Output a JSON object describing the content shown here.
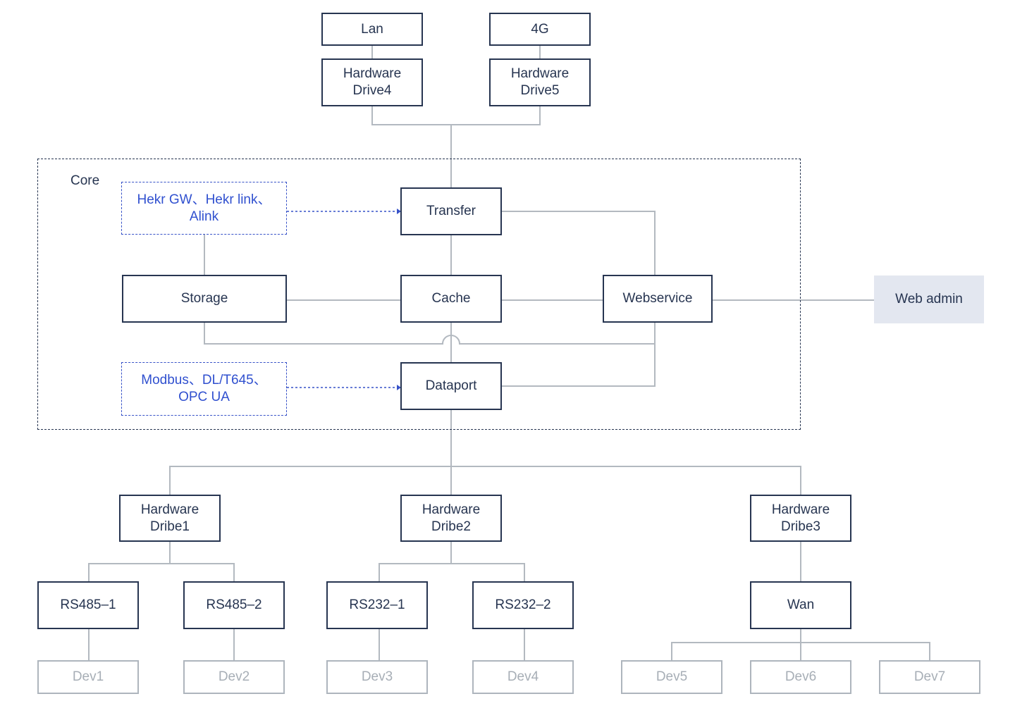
{
  "diagram": {
    "core_label": "Core",
    "colors": {
      "node_border": "#273551",
      "node_text": "#273551",
      "wire": "#b3b9c0",
      "device_border": "#aeb5bd",
      "device_text": "#a7aeb6",
      "protocol": "#3050cf",
      "admin_fill": "#e3e7f0"
    },
    "uplink": {
      "lan": "Lan",
      "fourg": "4G",
      "drive4": "Hardware\nDrive4",
      "drive5": "Hardware\nDrive5"
    },
    "core": {
      "transfer": "Transfer",
      "storage": "Storage",
      "cache": "Cache",
      "webservice": "Webservice",
      "dataport": "Dataport",
      "protocols_top": "Hekr GW、Hekr link、\nAlink",
      "protocols_bottom": "Modbus、DL/T645、\nOPC UA"
    },
    "web_admin": "Web admin",
    "downlink": {
      "dribe1": "Hardware\nDribe1",
      "dribe2": "Hardware\nDribe2",
      "dribe3": "Hardware\nDribe3",
      "rs485_1": "RS485–1",
      "rs485_2": "RS485–2",
      "rs232_1": "RS232–1",
      "rs232_2": "RS232–2",
      "wan": "Wan"
    },
    "devices": [
      "Dev1",
      "Dev2",
      "Dev3",
      "Dev4",
      "Dev5",
      "Dev6",
      "Dev7"
    ]
  }
}
